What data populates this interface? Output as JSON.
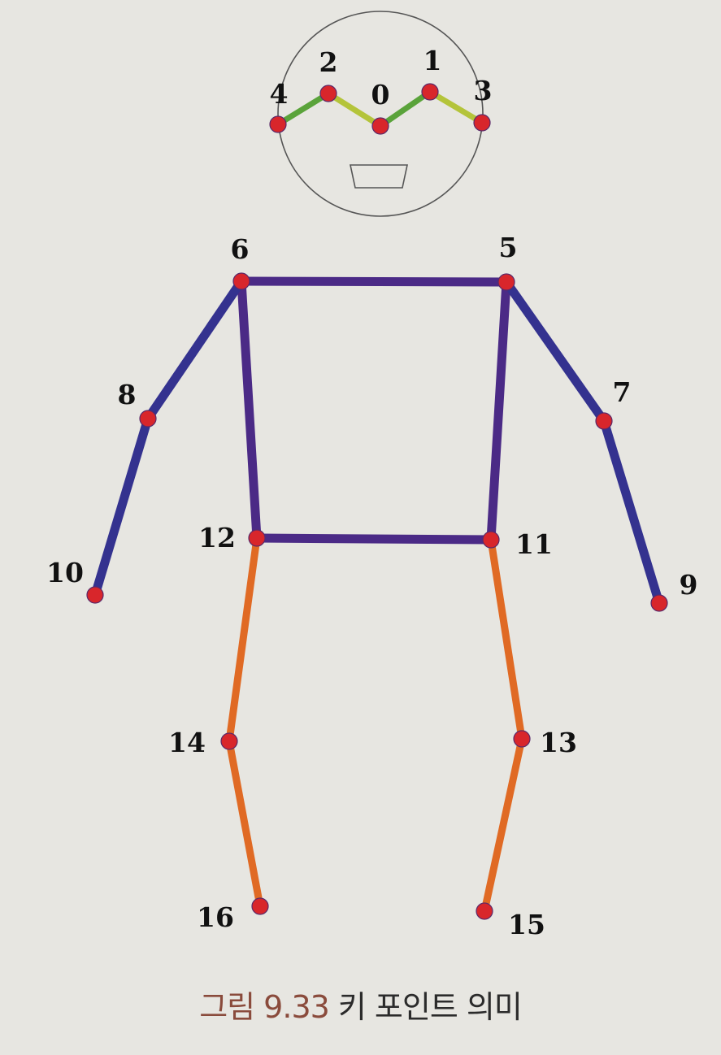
{
  "caption": {
    "prefix": "그림 9.33",
    "text": "키 포인트 의미"
  },
  "colors": {
    "face": "#5aa33a",
    "face_alt": "#b4c43a",
    "torso": "#4b2a86",
    "arm": "#34328f",
    "leg": "#e06a24",
    "joint": "#d8262b"
  },
  "keypoints": [
    {
      "id": 0,
      "label": "0"
    },
    {
      "id": 1,
      "label": "1"
    },
    {
      "id": 2,
      "label": "2"
    },
    {
      "id": 3,
      "label": "3"
    },
    {
      "id": 4,
      "label": "4"
    },
    {
      "id": 5,
      "label": "5"
    },
    {
      "id": 6,
      "label": "6"
    },
    {
      "id": 7,
      "label": "7"
    },
    {
      "id": 8,
      "label": "8"
    },
    {
      "id": 9,
      "label": "9"
    },
    {
      "id": 10,
      "label": "10"
    },
    {
      "id": 11,
      "label": "11"
    },
    {
      "id": 12,
      "label": "12"
    },
    {
      "id": 13,
      "label": "13"
    },
    {
      "id": 14,
      "label": "14"
    },
    {
      "id": 15,
      "label": "15"
    },
    {
      "id": 16,
      "label": "16"
    }
  ],
  "bones": [
    {
      "from": 4,
      "to": 2,
      "group": "face"
    },
    {
      "from": 2,
      "to": 0,
      "group": "face_alt"
    },
    {
      "from": 0,
      "to": 1,
      "group": "face"
    },
    {
      "from": 1,
      "to": 3,
      "group": "face_alt"
    },
    {
      "from": 6,
      "to": 5,
      "group": "torso"
    },
    {
      "from": 6,
      "to": 12,
      "group": "torso"
    },
    {
      "from": 5,
      "to": 11,
      "group": "torso"
    },
    {
      "from": 12,
      "to": 11,
      "group": "torso"
    },
    {
      "from": 6,
      "to": 8,
      "group": "arm"
    },
    {
      "from": 8,
      "to": 10,
      "group": "arm"
    },
    {
      "from": 5,
      "to": 7,
      "group": "arm"
    },
    {
      "from": 7,
      "to": 9,
      "group": "arm"
    },
    {
      "from": 12,
      "to": 14,
      "group": "leg"
    },
    {
      "from": 14,
      "to": 16,
      "group": "leg"
    },
    {
      "from": 11,
      "to": 13,
      "group": "leg"
    },
    {
      "from": 13,
      "to": 15,
      "group": "leg"
    }
  ]
}
